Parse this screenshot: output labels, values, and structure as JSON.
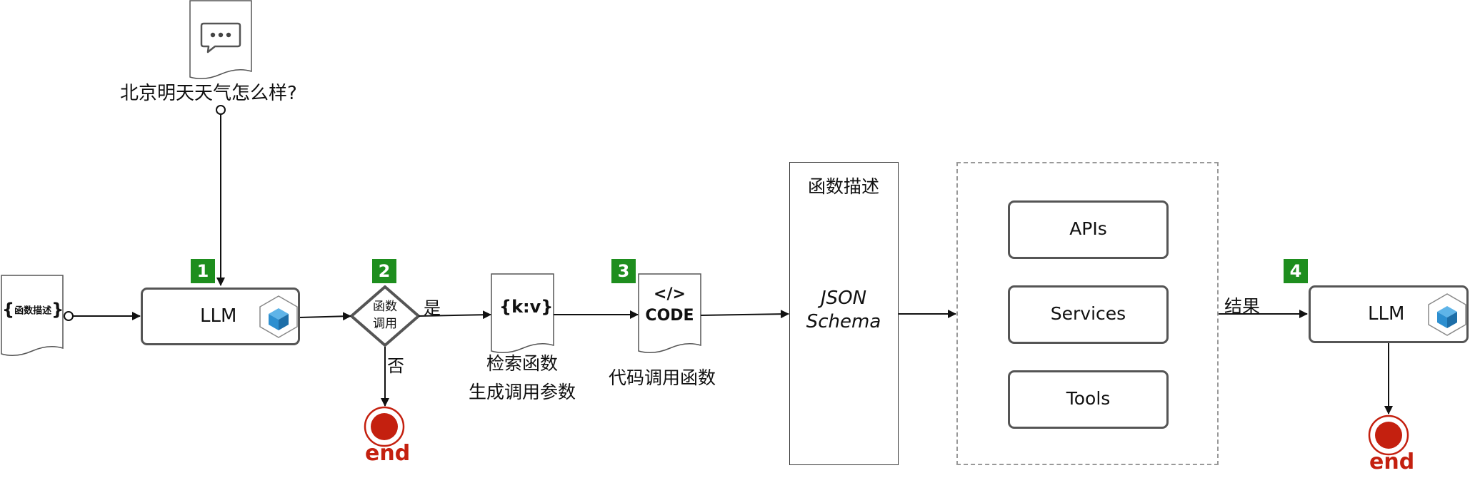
{
  "question": {
    "text": "北京明天天气怎么样?",
    "icon": "chat-bubble-icon"
  },
  "function_desc_doc": {
    "label": "函数描述"
  },
  "llm_first": {
    "label": "LLM",
    "icon": "cube-icon"
  },
  "decision": {
    "label_line1": "函数",
    "label_line2": "调用",
    "yes_label": "是",
    "no_label": "否"
  },
  "kv_doc": {
    "label": "{k:v}",
    "caption_line1": "检索函数",
    "caption_line2": "生成调用参数"
  },
  "code_doc": {
    "label_line1": "</>",
    "label_line2": "CODE",
    "caption": "代码调用函数"
  },
  "schema_panel": {
    "title": "函数描述",
    "body_line1": "JSON",
    "body_line2": "Schema"
  },
  "services_group": {
    "items": [
      "APIs",
      "Services",
      "Tools"
    ]
  },
  "result_edge": {
    "label": "结果"
  },
  "llm_second": {
    "label": "LLM",
    "icon": "cube-icon"
  },
  "end_terminals": {
    "label": "end"
  },
  "steps": [
    "1",
    "2",
    "3",
    "4"
  ],
  "colors": {
    "step_badge": "#1e8e1e",
    "end_red": "#c4200f",
    "cube_blue": "#2d8fd0",
    "border_gray": "#555555"
  }
}
